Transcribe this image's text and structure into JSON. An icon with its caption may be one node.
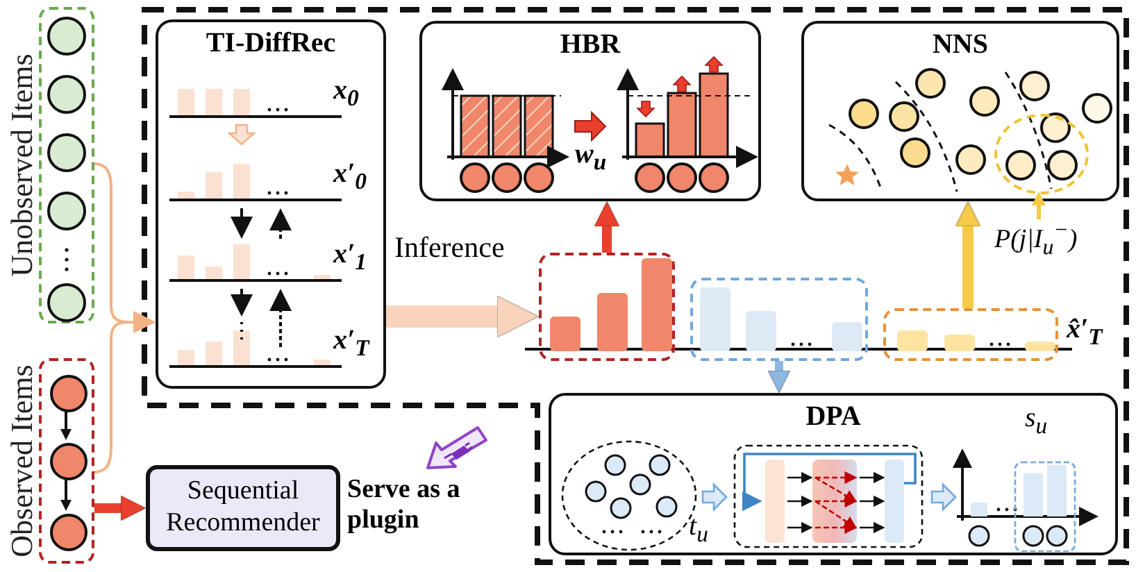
{
  "diagram": {
    "nodes": [
      {
        "text": [
          "Unobserved Items"
        ]
      },
      {
        "text": [
          "Observed Items"
        ]
      },
      {
        "text": [],
        "shape": "circle",
        "in": 1
      },
      {
        "text": [],
        "shape": "circle",
        "in": 1
      },
      {
        "text": [],
        "shape": "circle",
        "in": 1
      },
      {
        "text": [],
        "shape": "box"
      },
      {
        "text": [
          "TI-DiffRec"
        ],
        "in": 5
      },
      {
        "text": [
          "HBR"
        ],
        "in": 5
      },
      {
        "text": [
          "NNS"
        ],
        "in": 5
      },
      {
        "text": [],
        "shape": "circle",
        "in": 8
      },
      {
        "text": [
          "P(j|I$_{u}$$^{−}$)"
        ],
        "in": 5
      },
      {
        "text": [],
        "shape": "box",
        "in": 5
      },
      {
        "text": [],
        "shape": "box",
        "in": 5
      },
      {
        "text": [],
        "shape": "box",
        "in": 5
      },
      {
        "text": [
          "DPA"
        ],
        "in": 5
      },
      {
        "text": [
          "Sequential Recommender"
        ]
      }
    ],
    "edges": [
      {
        "from": 0,
        "to": 6,
        "arrow": "to",
        "color": "#f4b183"
      },
      {
        "from": 1,
        "to": 6,
        "arrow": "to",
        "color": "#f4b183"
      },
      {
        "from": 2,
        "to": 3,
        "arrow": "to",
        "color": "#111111"
      },
      {
        "from": 3,
        "to": 4,
        "arrow": "to",
        "color": "#111111"
      },
      {
        "from": 1,
        "to": 15,
        "arrow": "to",
        "style": "thick",
        "color": "#e8402c"
      },
      {
        "from": 6,
        "to": 11,
        "arrow": "to",
        "label": "Inference",
        "style": "thick",
        "color": "#f9d3bb"
      },
      {
        "from": 11,
        "to": 7,
        "arrow": "to",
        "style": "thick",
        "color": "#e8402c"
      },
      {
        "from": 13,
        "to": 8,
        "arrow": "to",
        "style": "thick",
        "color": "#f7c948"
      },
      {
        "from": 10,
        "to": 9,
        "arrow": "to",
        "color": "#f7c948"
      },
      {
        "from": 12,
        "to": 14,
        "arrow": "to",
        "style": "thick",
        "color": "#8fb8e0"
      }
    ],
    "labels": [
      "x$_{0}$",
      "x′$_{0}$",
      "x′$_{1}$",
      "x′$_{T}$",
      "w$_{u}$",
      "x̂′$_{T}$",
      "t$_{u}$",
      "s$_{u}$",
      "Serve as a plugin"
    ]
  }
}
